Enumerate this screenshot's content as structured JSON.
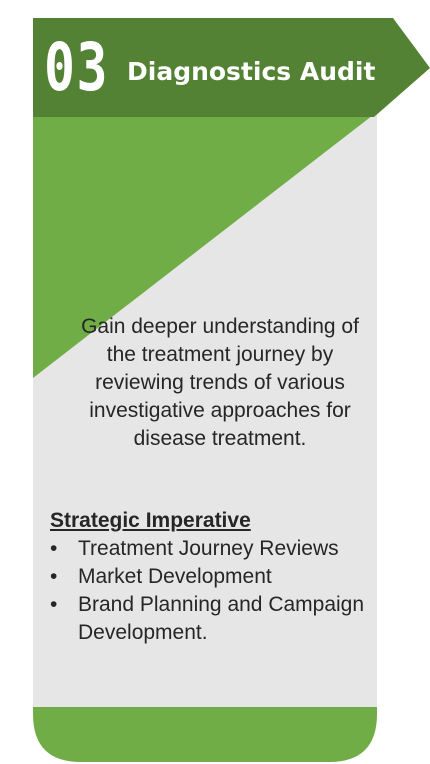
{
  "card": {
    "number": "03",
    "title": "Diagnostics Audit",
    "description": "Gain deeper understanding of the treatment journey by reviewing trends of various investigative approaches for disease treatment.",
    "imperative_heading": "Strategic Imperative",
    "imperatives": [
      "Treatment Journey Reviews",
      "Market Development",
      "Brand Planning and Campaign Development."
    ],
    "bullet": "•"
  },
  "colors": {
    "header_green": "#548235",
    "light_green": "#70ad47",
    "panel_gray": "#e7e6e6",
    "text": "#262626"
  }
}
